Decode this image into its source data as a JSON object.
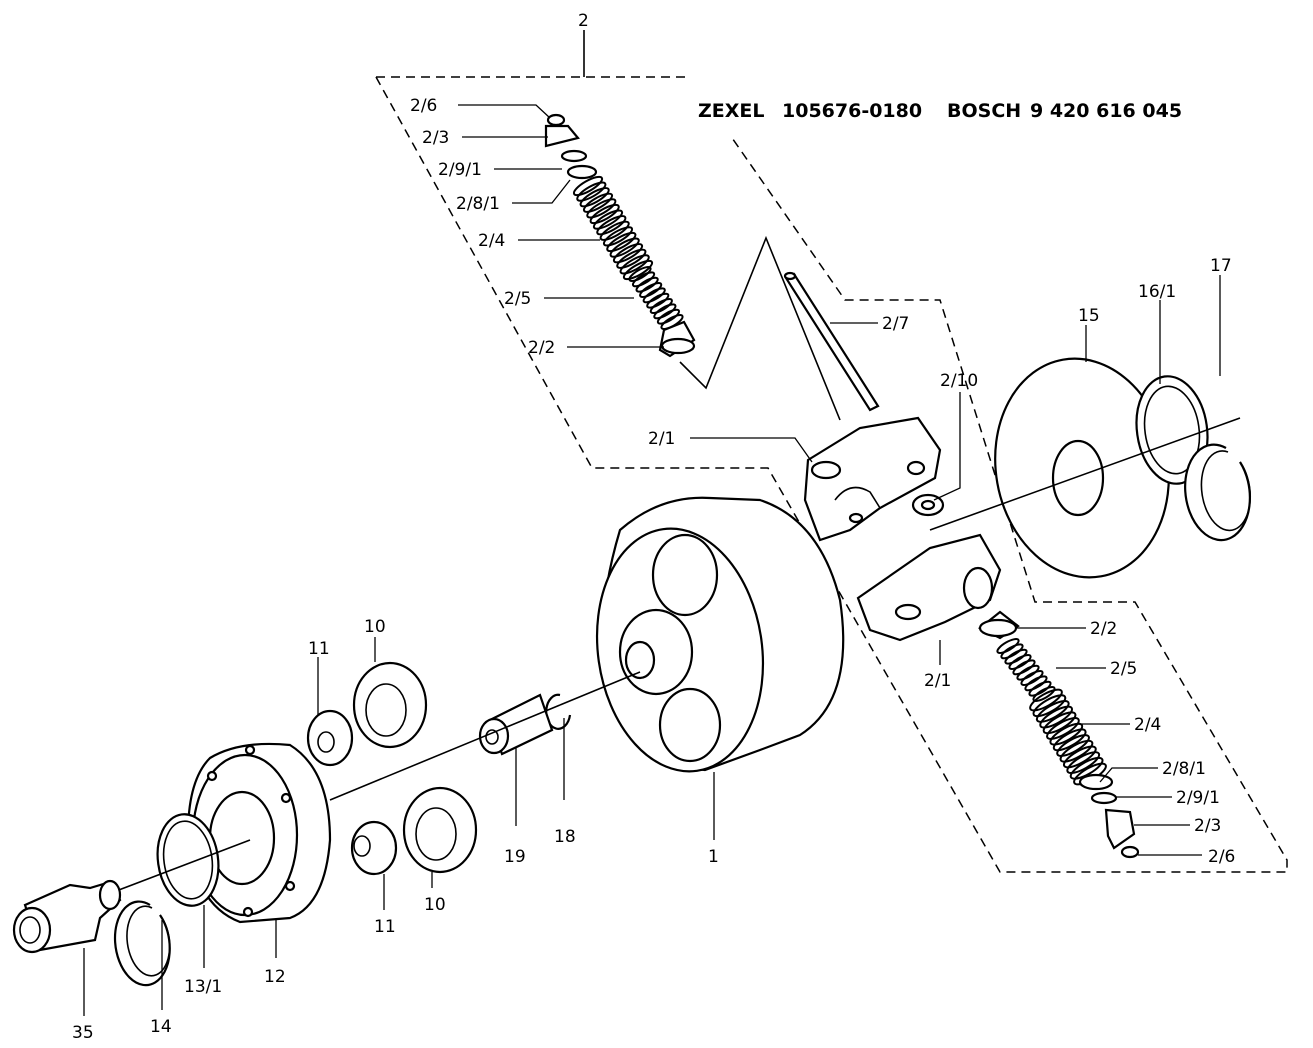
{
  "title": {
    "brand1": "ZEXEL",
    "code1": "105676-0180",
    "brand2": "BOSCH",
    "code2": "9 420 616 045"
  },
  "labels": {
    "l2": "2",
    "l2_6_top": "2/6",
    "l2_3_top": "2/3",
    "l2_9_1_top": "2/9/1",
    "l2_8_1_top": "2/8/1",
    "l2_4_top": "2/4",
    "l2_5_top": "2/5",
    "l2_2_top": "2/2",
    "l2_7": "2/7",
    "l2_10": "2/10",
    "l2_1_top": "2/1",
    "l15": "15",
    "l16_1": "16/1",
    "l17": "17",
    "l2_2_bot": "2/2",
    "l2_5_bot": "2/5",
    "l2_1_bot": "2/1",
    "l2_4_bot": "2/4",
    "l2_8_1_bot": "2/8/1",
    "l2_9_1_bot": "2/9/1",
    "l2_3_bot": "2/3",
    "l2_6_bot": "2/6",
    "l1": "1",
    "l18": "18",
    "l19": "19",
    "l10_top": "10",
    "l11_top": "11",
    "l10_bot": "10",
    "l11_bot": "11",
    "l12": "12",
    "l13_1": "13/1",
    "l14": "14",
    "l35": "35"
  }
}
